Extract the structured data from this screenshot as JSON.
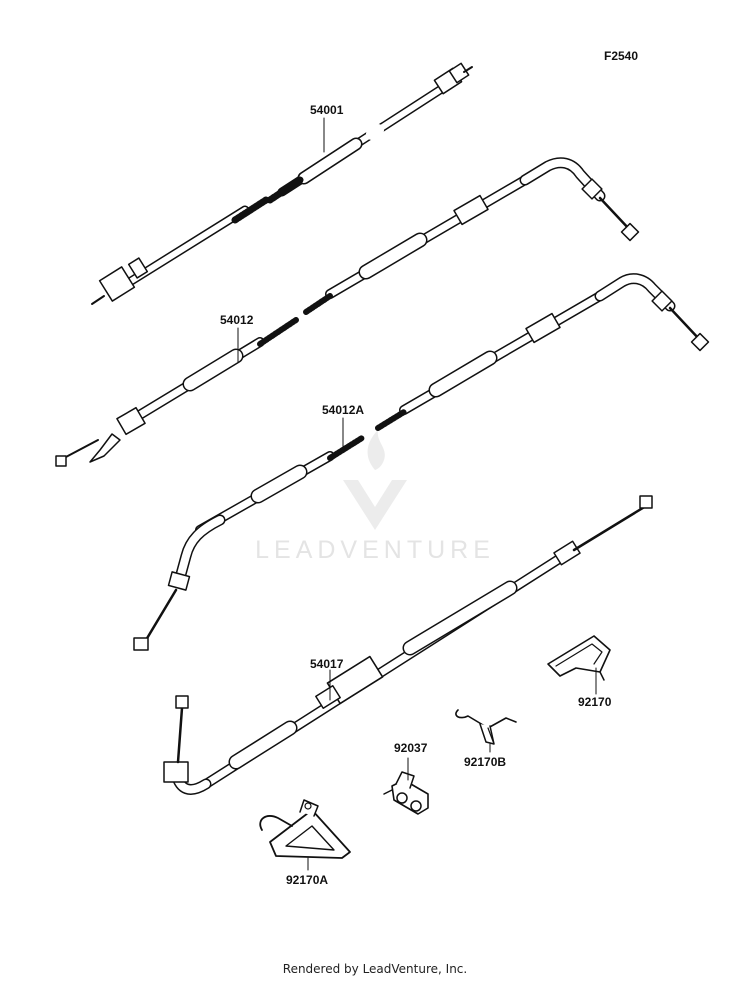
{
  "figure_code": "F2540",
  "watermark": "LEADVENTURE",
  "footer": "Rendered by LeadVenture, Inc.",
  "parts": [
    {
      "id": "p54001",
      "number": "54001"
    },
    {
      "id": "p54012",
      "number": "54012"
    },
    {
      "id": "p54012A",
      "number": "54012A"
    },
    {
      "id": "p54017",
      "number": "54017"
    },
    {
      "id": "p92170",
      "number": "92170"
    },
    {
      "id": "p92170B",
      "number": "92170B"
    },
    {
      "id": "p92037",
      "number": "92037"
    },
    {
      "id": "p92170A",
      "number": "92170A"
    }
  ]
}
